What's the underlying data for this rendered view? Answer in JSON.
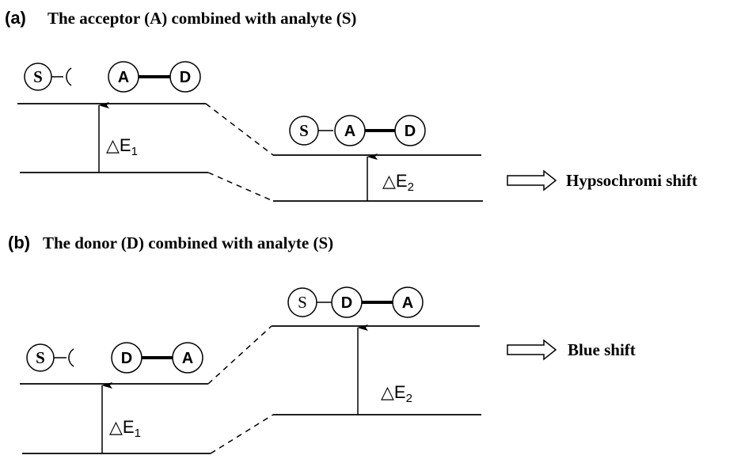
{
  "panel_a": {
    "label": "(a)",
    "title": "The acceptor (A) combined with analyte (S)",
    "left_group": {
      "analyte": "S",
      "first": "A",
      "second": "D"
    },
    "right_group": {
      "analyte": "S",
      "first": "A",
      "second": "D"
    },
    "gap_left": {
      "symbol": "△E",
      "subscript": "1"
    },
    "gap_right": {
      "symbol": "△E",
      "subscript": "2"
    },
    "result": "Hypsochromi shift"
  },
  "panel_b": {
    "label": "(b)",
    "title": "The donor (D) combined with analyte (S)",
    "left_group": {
      "analyte": "S",
      "first": "D",
      "second": "A"
    },
    "right_group": {
      "analyte": "S",
      "first": "D",
      "second": "A"
    },
    "gap_left": {
      "symbol": "△E",
      "subscript": "1"
    },
    "gap_right": {
      "symbol": "△E",
      "subscript": "2"
    },
    "result": "Blue shift"
  }
}
